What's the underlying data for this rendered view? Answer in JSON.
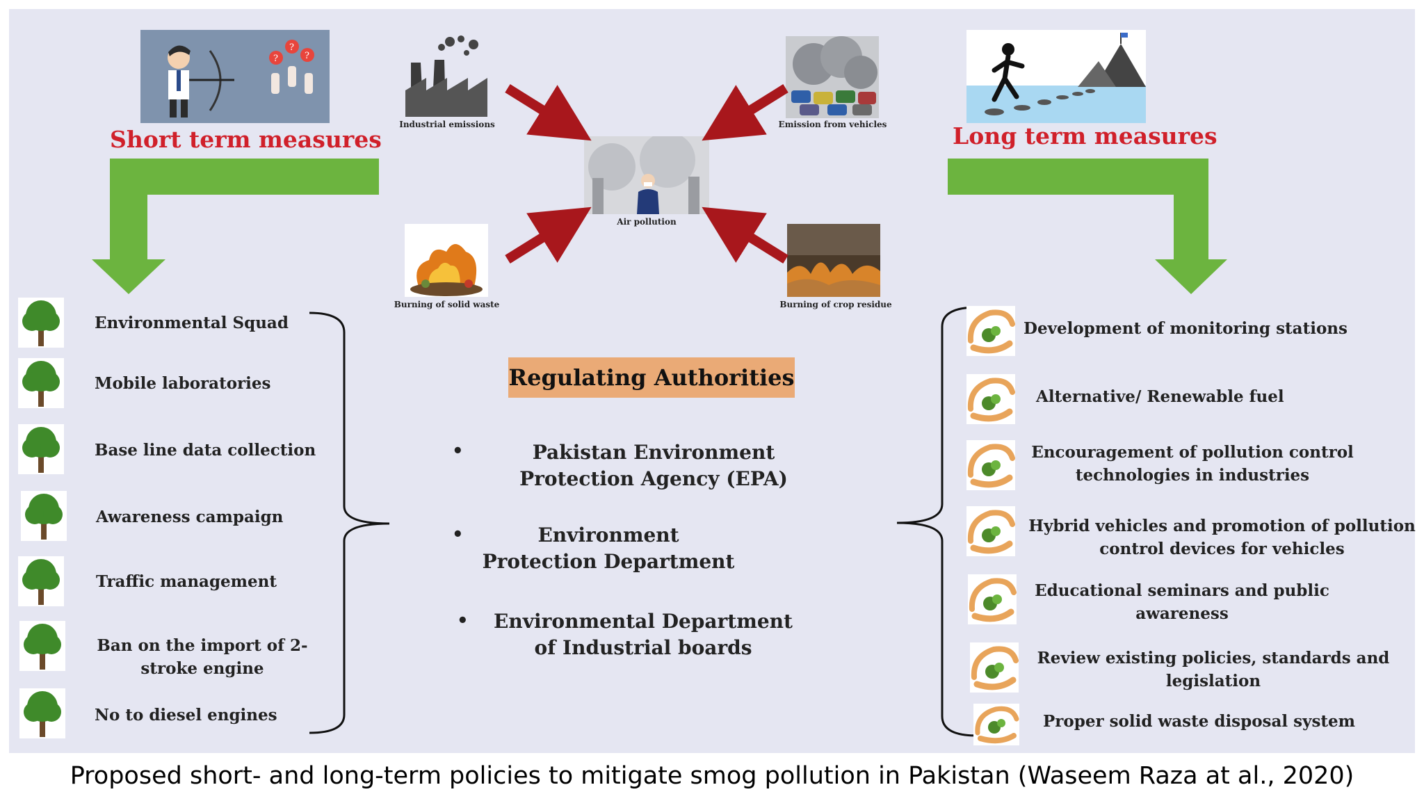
{
  "headings": {
    "short_term": "Short term measures",
    "long_term": "Long term measures"
  },
  "sources": {
    "industrial": "Industrial emissions",
    "vehicles": "Emission from vehicles",
    "solid_waste": "Burning of solid waste",
    "crop_residue": "Burning of crop residue",
    "center": "Air pollution"
  },
  "short_term_items": [
    "Environmental Squad",
    "Mobile laboratories",
    "Base line data collection",
    "Awareness campaign",
    "Traffic management",
    "Ban on the import of 2-stroke engine",
    "No to diesel engines"
  ],
  "regulating": {
    "title": "Regulating  Authorities",
    "items": [
      "Pakistan Environment Protection Agency (EPA)",
      "Environment Protection Department",
      "Environmental Department of Industrial boards"
    ]
  },
  "long_term_items": [
    "Development of monitoring stations",
    "Alternative/ Renewable fuel",
    "Encouragement of pollution control technologies in industries",
    "Hybrid vehicles and promotion of pollution control devices for vehicles",
    "Educational seminars and public awareness",
    "Review existing policies, standards and legislation",
    "Proper solid waste disposal system"
  ],
  "caption": "Proposed short- and long-term policies to mitigate smog pollution in Pakistan (Waseem Raza at al., 2020)",
  "colors": {
    "panel": "#e5e6f2",
    "heading_red": "#d0202a",
    "green_arrow": "#6cb43f",
    "red_arrow": "#a8171c",
    "authority_box": "#eaaa76"
  }
}
